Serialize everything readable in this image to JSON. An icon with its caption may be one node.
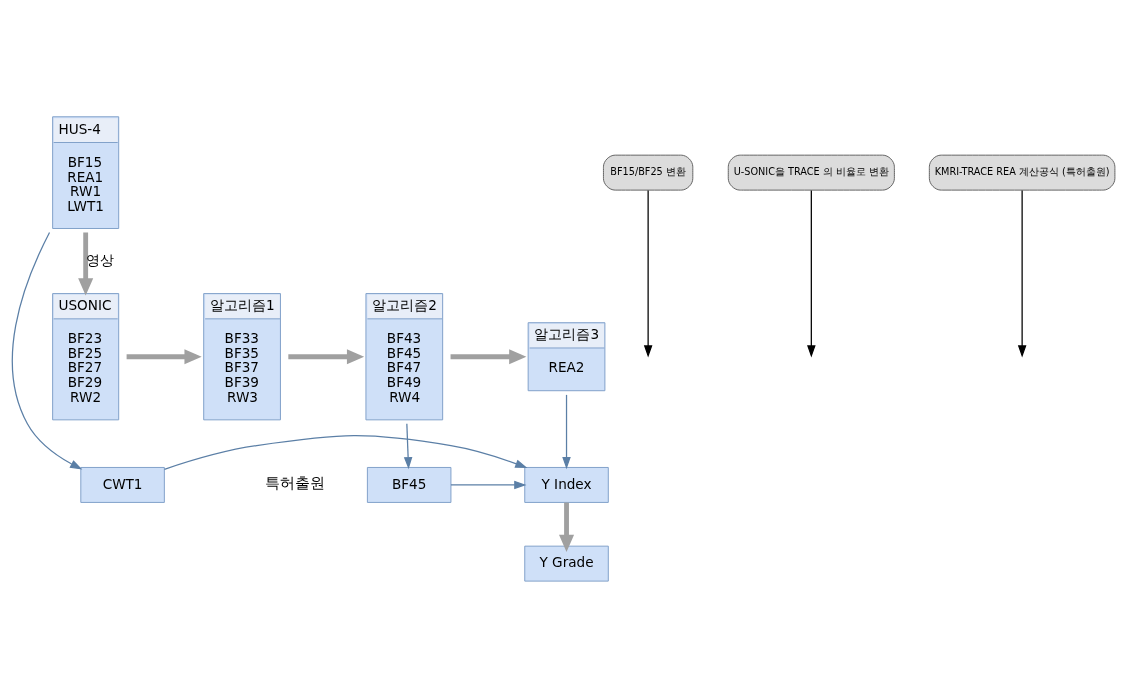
{
  "diagram": {
    "nodes": [
      {
        "text": [
          "HUS-4",
          "BF15 REA1 RW1 LWT1"
        ]
      },
      {
        "text": [
          "CWT1"
        ]
      },
      {
        "text": [
          "BF45"
        ]
      },
      {
        "text": [
          "Y Index"
        ]
      },
      {
        "text": [
          "Y Grade"
        ]
      },
      {
        "text": [
          "USONIC",
          "BF23 BF25 BF27 BF29 RW2"
        ]
      },
      {
        "text": [
          "BF15/BF25 변환"
        ]
      },
      {
        "text": [
          "알고리즘1",
          "BF33 BF35 BF37 BF39 RW3"
        ]
      },
      {
        "text": [
          "U-SONIC을 TRACE 의 비율로 변환"
        ]
      },
      {
        "text": [
          "알고리즘2",
          "BF43 BF45 BF47 BF49 RW4"
        ]
      },
      {
        "text": [
          "KMRI-TRACE REA 계산공식 (특허출원)"
        ]
      },
      {
        "text": [
          "알고리즘3",
          "REA2"
        ]
      }
    ],
    "edges": [
      {
        "from": 0,
        "to": 1,
        "arrow": "to"
      },
      {
        "from": 1,
        "to": 3,
        "arrow": "to"
      },
      {
        "from": 2,
        "to": 3,
        "arrow": "to"
      },
      {
        "from": 11,
        "to": 3,
        "arrow": "to"
      },
      {
        "from": 9,
        "to": 2,
        "arrow": "to"
      },
      {
        "from": 3,
        "to": 4,
        "arrow": "to",
        "style": "thick",
        "color": "#a0a0a0"
      },
      {
        "from": 0,
        "to": 5,
        "arrow": "to",
        "label": "영상",
        "style": "thick",
        "color": "#a0a0a0"
      },
      {
        "from": 5,
        "to": 7,
        "arrow": "to",
        "style": "thick",
        "color": "#a0a0a0"
      },
      {
        "from": 7,
        "to": 9,
        "arrow": "to",
        "style": "thick",
        "color": "#a0a0a0"
      },
      {
        "from": 9,
        "to": 11,
        "arrow": "to",
        "style": "thick",
        "color": "#a0a0a0"
      },
      {
        "from": 6,
        "to": null,
        "arrow": "to",
        "color": "#000000"
      },
      {
        "from": 8,
        "to": null,
        "arrow": "to",
        "color": "#000000"
      },
      {
        "from": 10,
        "to": null,
        "arrow": "to",
        "color": "#000000"
      }
    ],
    "labels": [
      "특허출원"
    ]
  }
}
